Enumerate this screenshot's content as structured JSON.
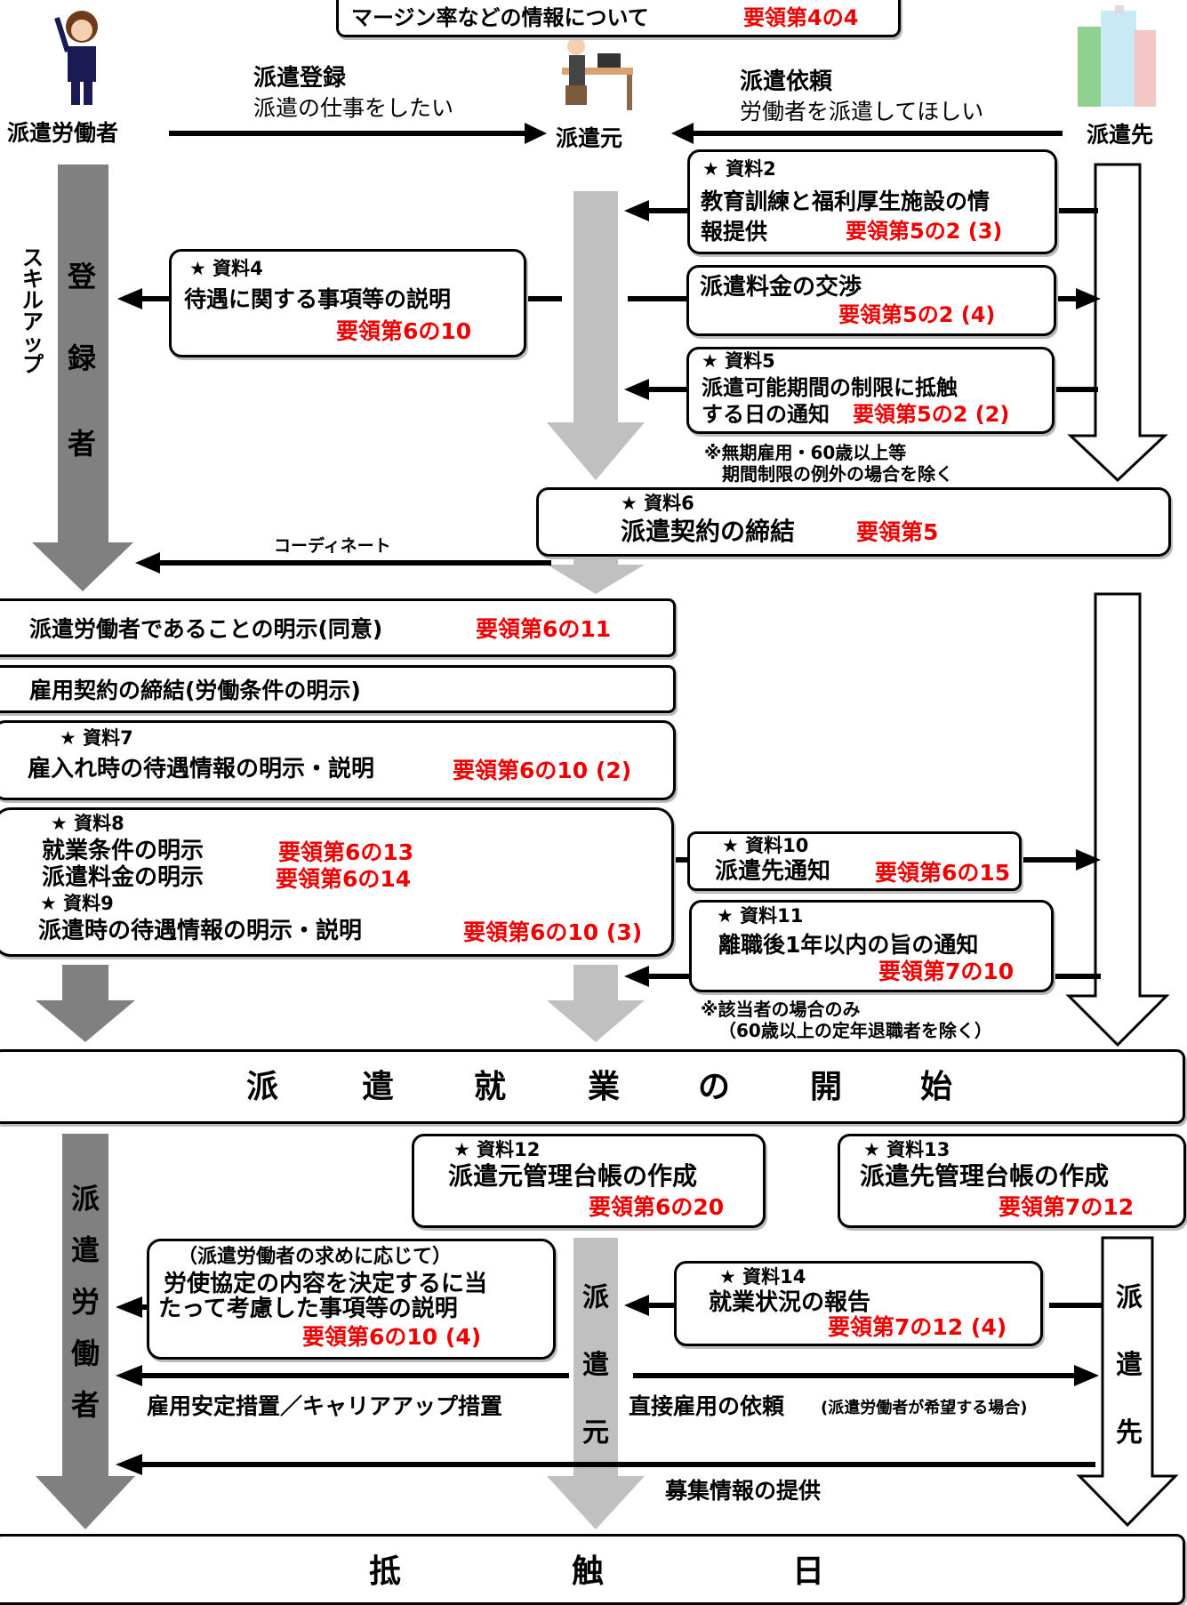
{
  "header": {
    "title": "マージン率などの情報について",
    "ref": "要領第4の4"
  },
  "actors": {
    "worker": "派遣労働者",
    "source": "派遣元",
    "dest": "派遣先"
  },
  "top_flow": {
    "registration": {
      "title": "派遣登録",
      "sub": "派遣の仕事をしたい"
    },
    "request": {
      "title": "派遣依頼",
      "sub": "労働者を派遣してほしい"
    }
  },
  "side": {
    "skillup": [
      "ス",
      "キ",
      "ル",
      "ア",
      "ッ",
      "プ"
    ],
    "registrant": [
      "登",
      "録",
      "者"
    ]
  },
  "boxes": {
    "doc2": {
      "star": "★ 資料2",
      "line1": "教育訓練と福利厚生施設の情",
      "line2": "報提供",
      "ref": "要領第5の2 (3)"
    },
    "doc4": {
      "star": "★ 資料4",
      "line1": "待遇に関する事項等の説明",
      "ref": "要領第6の10"
    },
    "fee": {
      "line1": "派遣料金の交渉",
      "ref": "要領第5の2 (4)"
    },
    "doc5": {
      "star": "★ 資料5",
      "line1": "派遣可能期間の制限に抵触",
      "line2": "する日の通知",
      "ref": "要領第5の2 (2)"
    },
    "note5": {
      "line1": "※無期雇用・60歳以上等",
      "line2": "期間制限の例外の場合を除く"
    },
    "doc6": {
      "star": "★ 資料6",
      "line1": "派遣契約の締結",
      "ref": "要領第5"
    },
    "coordinate": "コーディネート",
    "explicit": {
      "line1": "派遣労働者であることの明示(同意)",
      "ref": "要領第6の11"
    },
    "employment": {
      "line1": "雇用契約の締結(労働条件の明示)"
    },
    "doc7": {
      "star": "★ 資料7",
      "line1": "雇入れ時の待遇情報の明示・説明",
      "ref": "要領第6の10 (2)"
    },
    "doc8": {
      "star": "★ 資料8",
      "line1": "就業条件の明示",
      "ref1": "要領第6の13",
      "line2": "派遣料金の明示",
      "ref2": "要領第6の14",
      "star9": "★ 資料9",
      "line3": "派遣時の待遇情報の明示・説明",
      "ref3": "要領第6の10 (3)"
    },
    "doc10": {
      "star": "★ 資料10",
      "line1": "派遣先通知",
      "ref": "要領第6の15"
    },
    "doc11": {
      "star": "★ 資料11",
      "line1": "離職後1年以内の旨の通知",
      "ref": "要領第7の10"
    },
    "note11": {
      "line1": "※該当者の場合のみ",
      "line2": "（60歳以上の定年退職者を除く）"
    },
    "doc12": {
      "star": "★ 資料12",
      "line1": "派遣元管理台帳の作成",
      "ref": "要領第6の20"
    },
    "doc13": {
      "star": "★ 資料13",
      "line1": "派遣先管理台帳の作成",
      "ref": "要領第7の12"
    },
    "labor": {
      "line0": "（派遣労働者の求めに応じて）",
      "line1": "労使協定の内容を決定するに当",
      "line2": "たって考慮した事項等の説明",
      "ref": "要領第6の10 (4)"
    },
    "doc14": {
      "star": "★ 資料14",
      "line1": "就業状況の報告",
      "ref": "要領第7の12 (4)"
    }
  },
  "start_bar": [
    "派",
    "遣",
    "就",
    "業",
    "の",
    "開",
    "始"
  ],
  "end_bar": [
    "抵",
    "触",
    "日"
  ],
  "bottom": {
    "worker_v": [
      "派",
      "遣",
      "労",
      "働",
      "者"
    ],
    "source_v": [
      "派",
      "遣",
      "元"
    ],
    "dest_v": [
      "派",
      "遣",
      "先"
    ],
    "stability": "雇用安定措置／キャリアアップ措置",
    "direct": "直接雇用の依頼",
    "direct_note": "(派遣労働者が希望する場合)",
    "recruit": "募集情報の提供"
  },
  "colors": {
    "ref": "#ee0000",
    "dark_arrow": "#808080",
    "light_arrow": "#c0c0c0"
  }
}
